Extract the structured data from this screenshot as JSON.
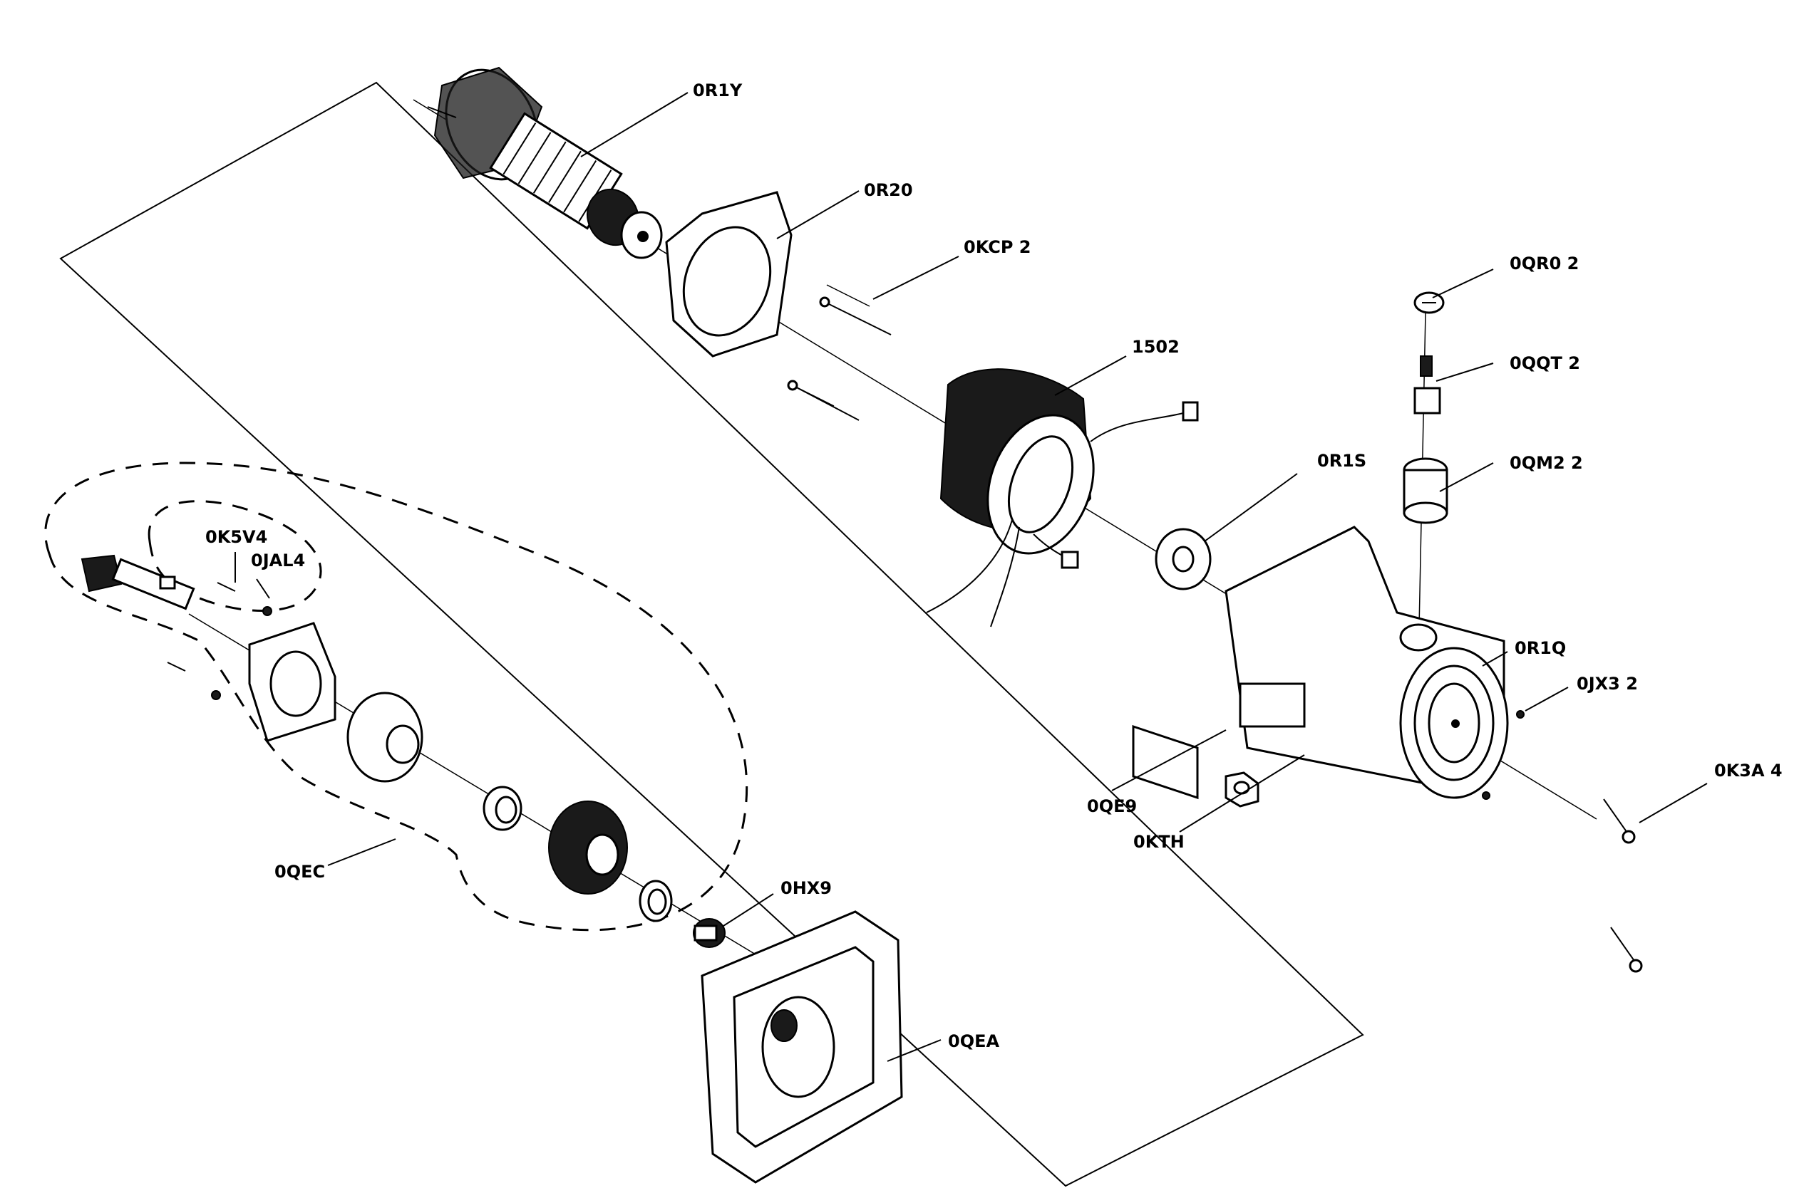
{
  "diagram": {
    "type": "exploded-parts-view",
    "labels": {
      "armature": "0R1Y",
      "baffle": "0R20",
      "long_screw": "0KCP 2",
      "field_coil": "1502",
      "brush_cap": "0QR0 2",
      "carbon_brush": "0QQT 2",
      "brush_holder": "0QM2 2",
      "bearing_rear": "0R1S",
      "motor_housing": "0R1Q",
      "housing_screw": "0JX3 2",
      "long_bolt": "0K3A 4",
      "label_plate": "0QE9",
      "nut": "0KTH",
      "small_screw": "0K5V4",
      "lock_washer": "0JAL4",
      "gear_assembly": "0QEC",
      "needle_bearing": "0HX9",
      "gear_case": "0QEA"
    }
  }
}
